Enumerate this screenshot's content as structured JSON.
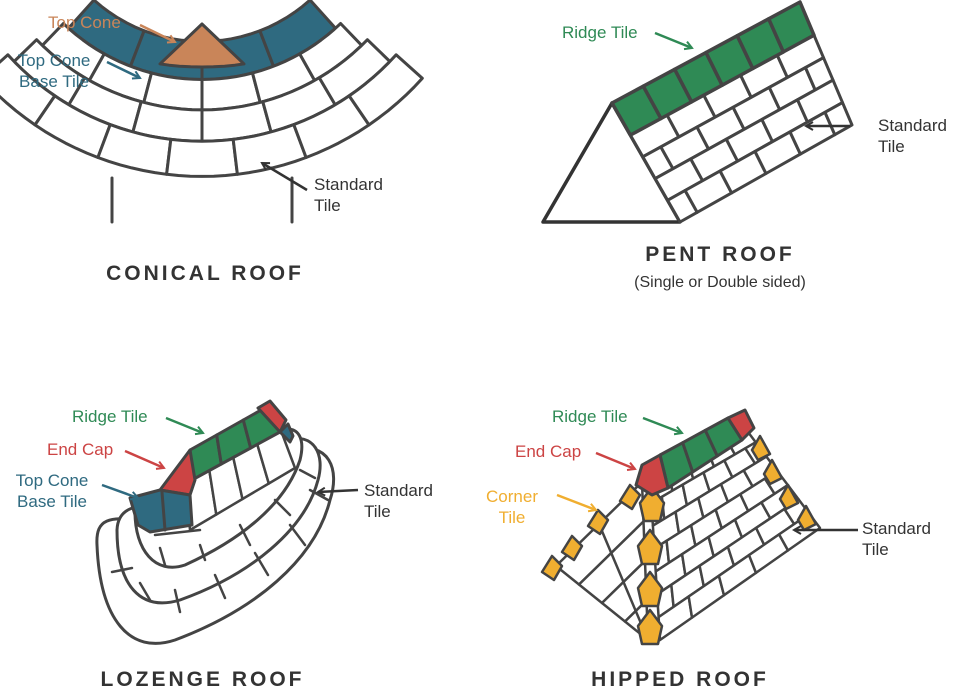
{
  "colors": {
    "outline": "#444444",
    "ridge": "#2f8a55",
    "end_cap": "#cc4444",
    "top_cone": "#c98559",
    "top_cone_base": "#2f6a80",
    "corner": "#f0ae30",
    "title": "#333333"
  },
  "conical": {
    "title": "CONICAL ROOF",
    "labels": {
      "top_cone": "Top Cone",
      "top_cone_base": "Top Cone\nBase Tile",
      "standard": "Standard\nTile"
    }
  },
  "pent": {
    "title": "PENT ROOF",
    "subtitle": "(Single or Double sided)",
    "labels": {
      "ridge": "Ridge Tile",
      "standard": "Standard\nTile"
    }
  },
  "lozenge": {
    "title": "LOZENGE ROOF",
    "labels": {
      "ridge": "Ridge Tile",
      "end_cap": "End Cap",
      "top_cone_base": "Top Cone\nBase Tile",
      "standard": "Standard\nTile"
    }
  },
  "hipped": {
    "title": "HIPPED ROOF",
    "labels": {
      "ridge": "Ridge Tile",
      "end_cap": "End Cap",
      "corner": "Corner\nTile",
      "standard": "Standard\nTile"
    }
  }
}
